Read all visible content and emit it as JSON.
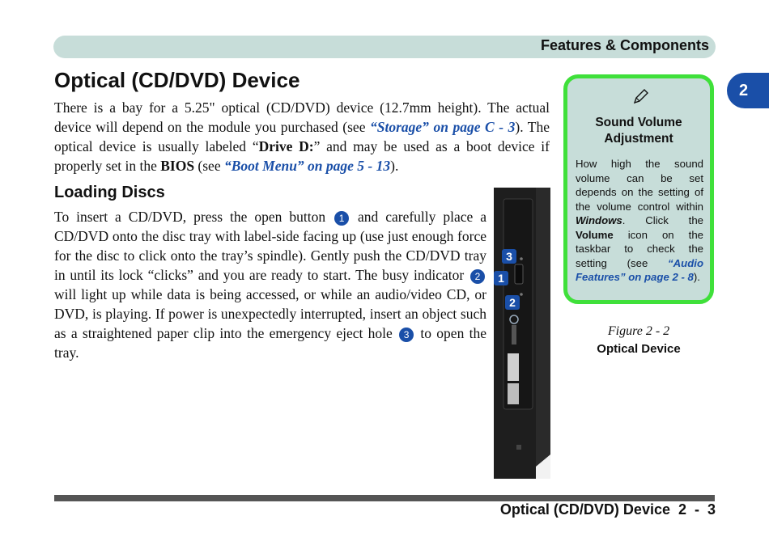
{
  "header": {
    "title": "Features & Components"
  },
  "chapter_tab": "2",
  "page_title": "Optical (CD/DVD) Device",
  "intro": {
    "t1": "There is a bay for a 5.25\" optical (CD/DVD) device (12.7mm height). The actual device will depend on the module you purchased (see ",
    "ref1": "“Storage” on page C - 3",
    "t2": "). The optical device is usually labeled “",
    "drive": "Drive D:",
    "t3": "” and may be used as a boot device if properly set in the ",
    "bios": "BIOS",
    "t4": " (see ",
    "ref2": "“Boot Menu” on page 5 - 13",
    "t5": ")."
  },
  "section": {
    "title": "Loading Discs",
    "t1": "To insert a CD/DVD, press the open button ",
    "b1": "1",
    "t2": " and carefully place a CD/DVD onto the disc tray with label-side facing up (use just enough force for the disc to click onto the tray’s spindle). Gently push the CD/DVD tray in until its lock “clicks” and you are ready to start. The busy indicator ",
    "b2": "2",
    "t3": " will light up while data is being accessed, or while an audio/video CD, or DVD, is playing. If power is unexpectedly interrupted, insert an object such as a straightened paper clip into the emergency eject hole ",
    "b3": "3",
    "t4": " to open the tray."
  },
  "note": {
    "icon": "pencil-icon",
    "title": "Sound Volume Adjustment",
    "t1": "How high the sound volume can be set depends on the setting of the volume control within ",
    "win": "Windows",
    "t2": ". Click the ",
    "vol": "Volume",
    "t3": " icon on the taskbar to check the setting (see ",
    "ref": "“Audio Features” on page 2 - 8",
    "t4": ")."
  },
  "figure": {
    "caption": "Figure 2 - 2",
    "name": "Optical Device",
    "callouts": [
      "3",
      "1",
      "2"
    ]
  },
  "footer": {
    "text": "Optical (CD/DVD) Device  2  -  3"
  },
  "colors": {
    "accent": "#1a4fa8",
    "header_bar": "#c7ddd9",
    "note_border": "#3fe03a"
  }
}
